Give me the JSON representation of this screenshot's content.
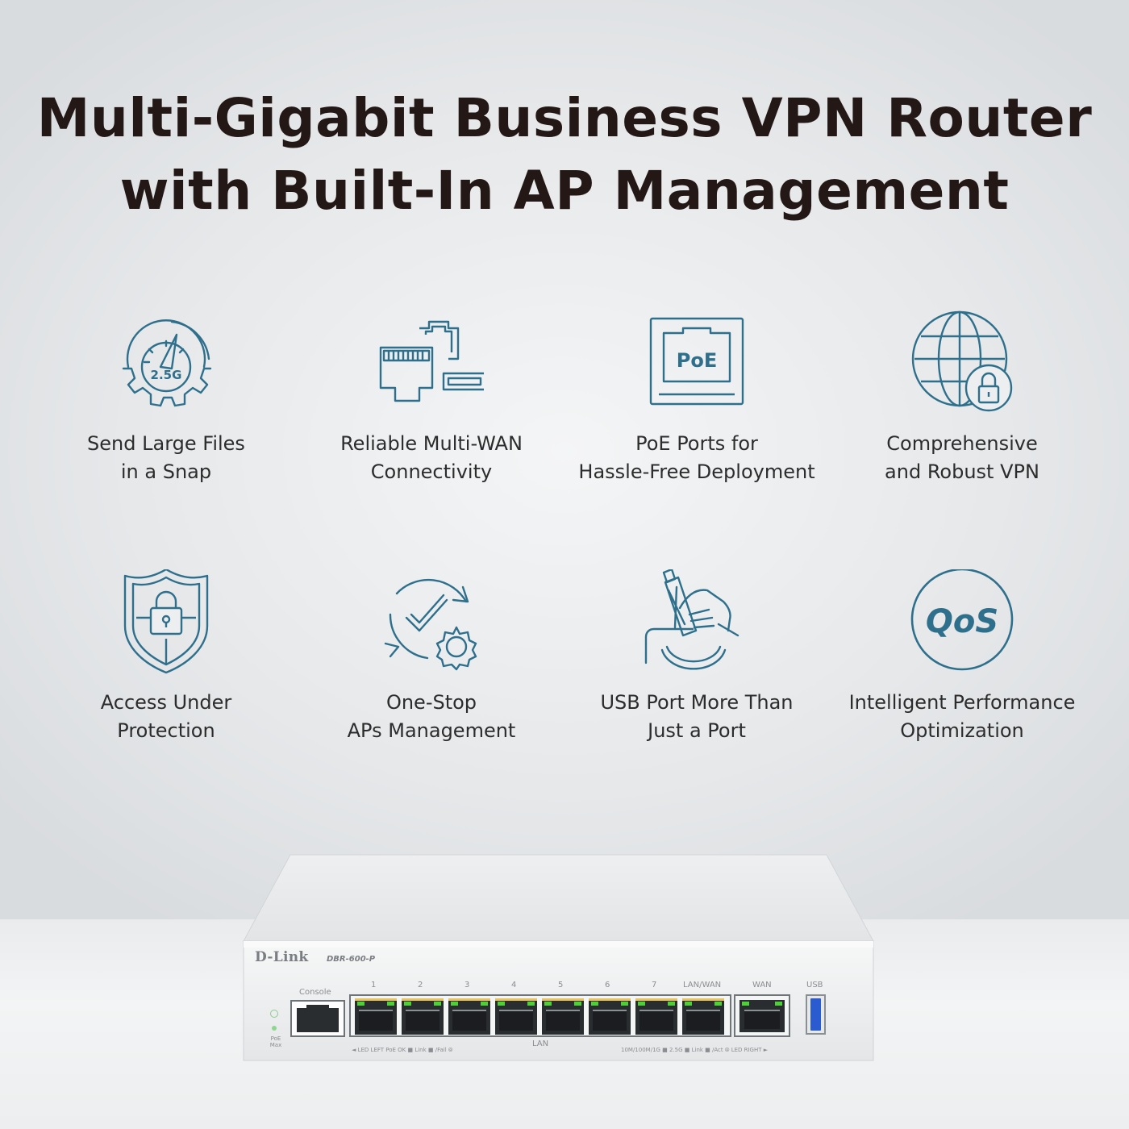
{
  "headline": {
    "line1": "Multi-Gigabit Business VPN Router",
    "line2": "with Built-In AP Management"
  },
  "icon_color": "#2e6f8c",
  "features": [
    {
      "icon": "speedometer-gear-icon",
      "icon_text": "2.5G",
      "line1": "Send Large Files",
      "line2": "in a Snap"
    },
    {
      "icon": "network-ports-icon",
      "line1": "Reliable Multi-WAN",
      "line2": "Connectivity"
    },
    {
      "icon": "poe-port-icon",
      "icon_text": "PoE",
      "line1": "PoE Ports for",
      "line2": "Hassle-Free Deployment"
    },
    {
      "icon": "globe-lock-icon",
      "line1": "Comprehensive",
      "line2": "and Robust VPN"
    },
    {
      "icon": "shield-lock-icon",
      "line1": "Access Under",
      "line2": "Protection"
    },
    {
      "icon": "check-gear-cycle-icon",
      "line1": "One-Stop",
      "line2": "APs Management"
    },
    {
      "icon": "usb-hand-icon",
      "line1": "USB Port More Than",
      "line2": "Just a Port"
    },
    {
      "icon": "qos-circle-icon",
      "icon_text": "QoS",
      "line1": "Intelligent Performance",
      "line2": "Optimization"
    }
  ],
  "router": {
    "brand": "D-Link",
    "model": "DBR-600-P",
    "console_label": "Console",
    "lan_ports": [
      "1",
      "2",
      "3",
      "4",
      "5",
      "6",
      "7"
    ],
    "lanwan_label": "LAN/WAN",
    "wan_label": "WAN",
    "usb_label": "USB",
    "lan_label": "LAN",
    "led_left": "◄ LED LEFT  PoE OK ■  Link ■  /Fail ⦾",
    "led_right": "10M/100M/1G ■  2.5G ■  Link ■  /Act ⦾  LED RIGHT ►",
    "poe_max": "PoE Max",
    "led_green": "#4cd137",
    "port_yellow": "#e8c25a",
    "usb_blue": "#2a5ccf"
  }
}
